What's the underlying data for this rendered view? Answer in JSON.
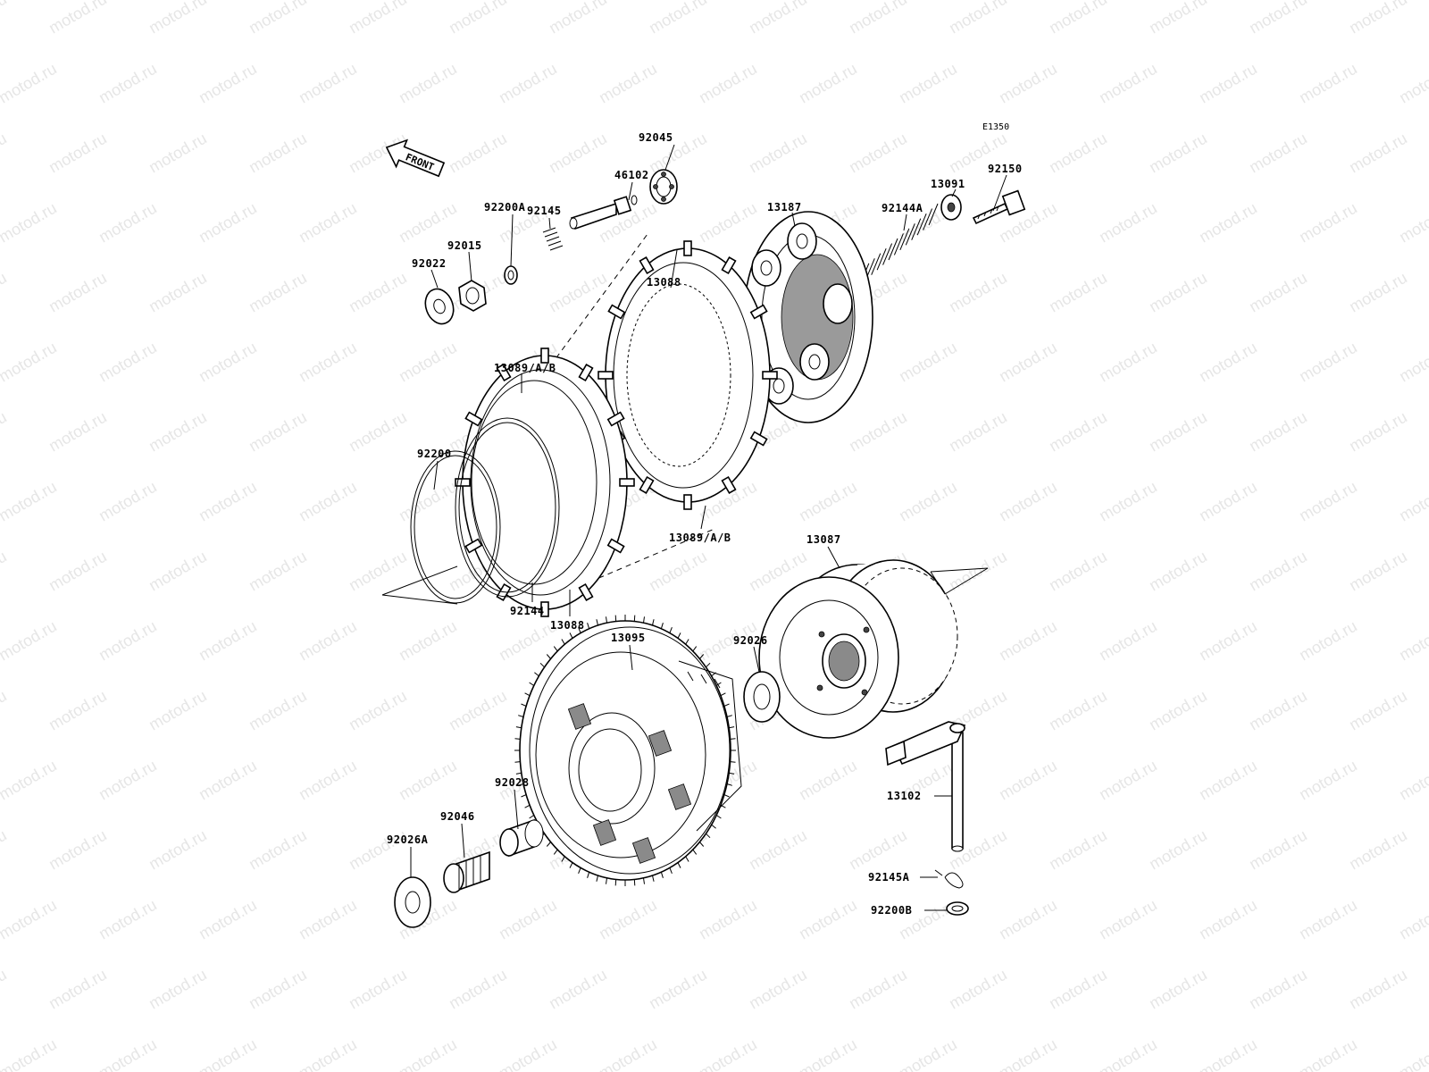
{
  "watermark": "motod.ru",
  "ref_code": "E1350",
  "front_label": "FRONT",
  "parts": {
    "p92045": "92045",
    "p46102": "46102",
    "p92145": "92145",
    "p92200A": "92200A",
    "p92015": "92015",
    "p92022": "92022",
    "p92150": "92150",
    "p13091": "13091",
    "p92144A": "92144A",
    "p13187": "13187",
    "p13088_top": "13088",
    "p13089_top": "13089/A/B",
    "p92200": "92200",
    "p13089_bottom": "13089/A/B",
    "p92144": "92144",
    "p13088_bottom": "13088",
    "p13087": "13087",
    "p13095": "13095",
    "p92026": "92026",
    "p92028": "92028",
    "p92046": "92046",
    "p92026A": "92026A",
    "p13102": "13102",
    "p92145A": "92145A",
    "p92200B": "92200B"
  },
  "colors": {
    "line": "#000000",
    "watermark": "#e6e6e6",
    "background": "#ffffff"
  }
}
